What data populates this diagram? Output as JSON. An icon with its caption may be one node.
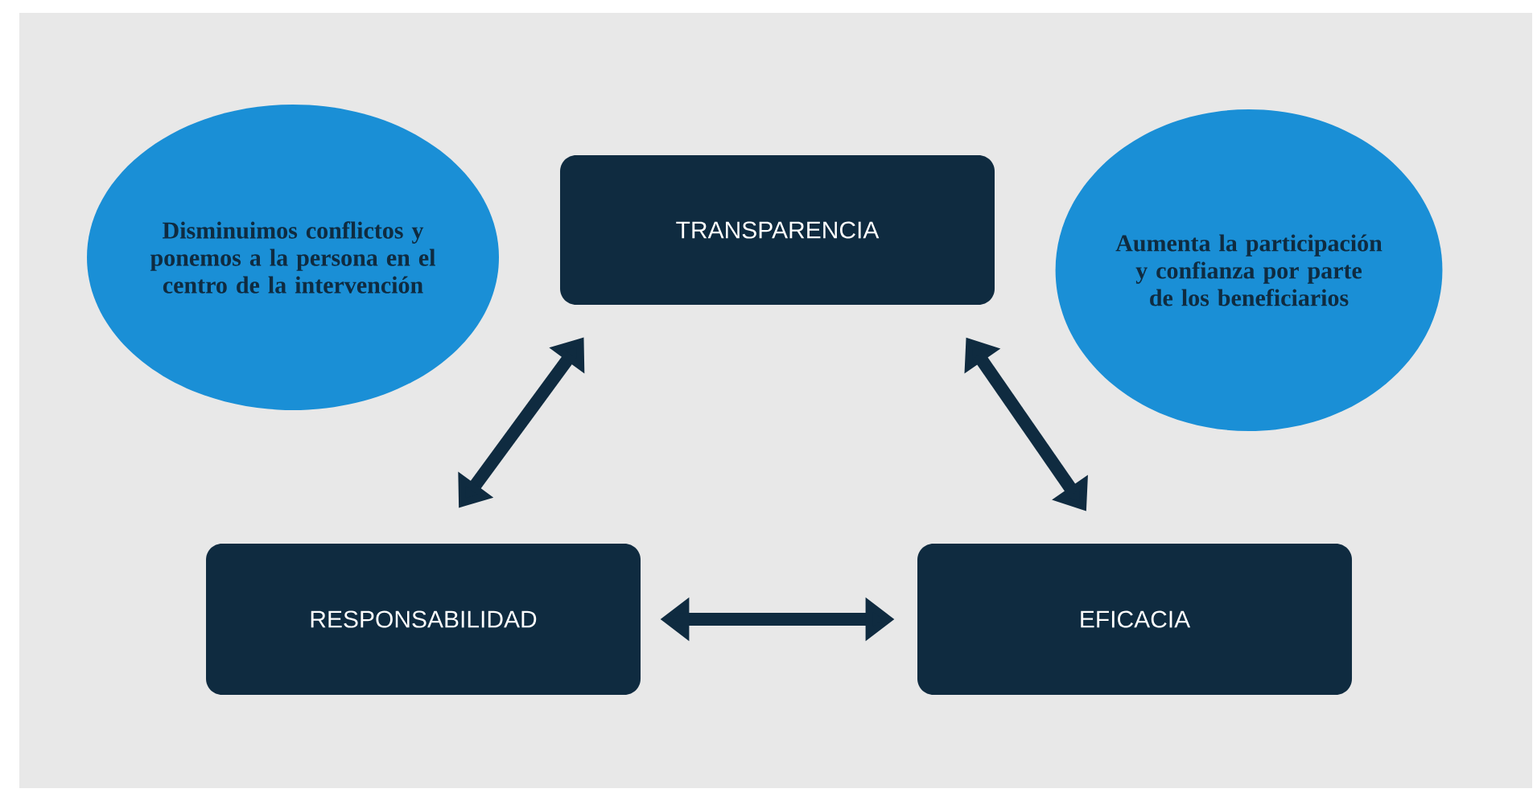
{
  "diagram": {
    "nodes": [
      {
        "text": [
          "Disminuimos conflictos y ponemos a la persona en el centro de la intervención"
        ]
      },
      {
        "text": [
          "TRANSPARENCIA"
        ]
      },
      {
        "text": [
          "Aumenta la participación y confianza por parte de los beneficiarios"
        ]
      },
      {
        "text": [
          "RESPONSABILIDAD"
        ]
      },
      {
        "text": [
          "EFICACIA"
        ]
      }
    ],
    "edges": [
      {
        "from": 1,
        "to": 3,
        "arrow": "both"
      },
      {
        "from": 1,
        "to": 4,
        "arrow": "both"
      },
      {
        "from": 3,
        "to": 4,
        "arrow": "both"
      }
    ]
  }
}
